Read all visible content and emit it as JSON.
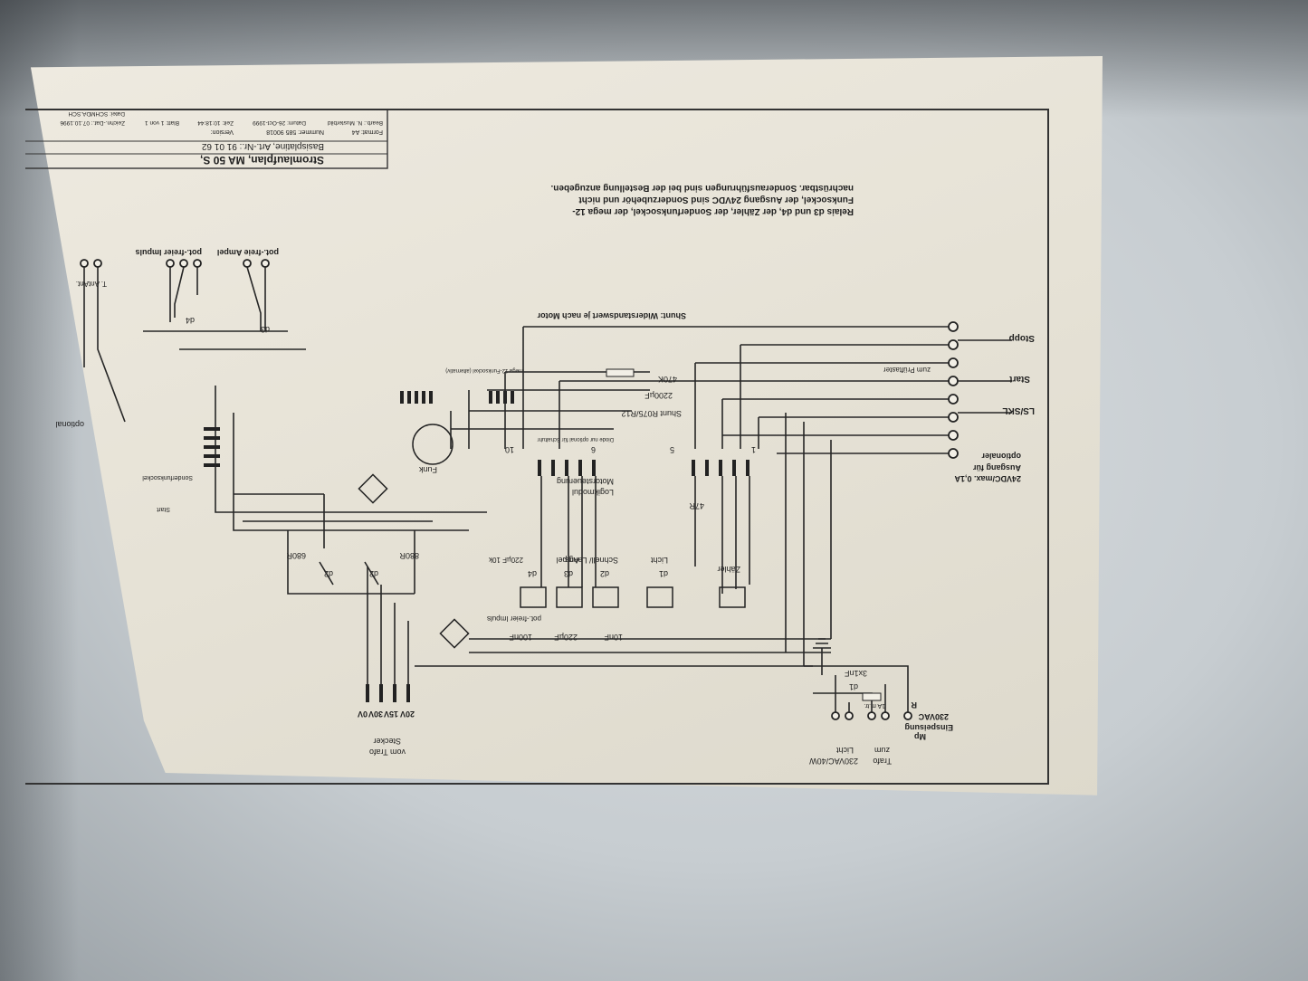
{
  "title_block": {
    "title": "Stromlaufplan, MA 50 S,",
    "subtitle": "Basisplatine, Art.-Nr.: 91 01 62",
    "format": "Format: A4",
    "number": "Nummer: 585 90018",
    "version": "Version:",
    "drawn_by": "Bearb.: N. Musterbild",
    "date": "Datum: 26-Oct-1999",
    "time": "Zeit: 10:18:44",
    "sheet": "Blatt: 1 von 1",
    "drawing_date": "Zeichn.-Dat.: 07.10.1996",
    "file": "Datei: SCHMDA.SCH"
  },
  "notes": {
    "line1": "Relais d3 und d4, der Zähler, der Sonderfunksockel, der mega 12-",
    "line2": "Funksockel, der Ausgang 24VDC sind Sonderzubehör und nicht",
    "line3": "nachrüstbar. Sonderausführungen sind bei der Bestellung anzugeben."
  },
  "labels": {
    "pot_ampel": "pot.-freie Ampel",
    "pot_impuls": "pot.-freier Impuls",
    "t_ant": "T. Ant.",
    "ant": "Ant.",
    "optional": "optional",
    "shunt_note": "Shunt: Widerstandswert je nach Motor",
    "stopp": "Stopp",
    "start": "Start",
    "zum_pruef": "zum Prüftaster",
    "ls_skl": "LS/SKL",
    "out_optional": "optionaler",
    "out_24v1": "Ausgang für",
    "out_24v2": "24VDC/max. 0,1A",
    "mega": "mega 12-Funksockel (alternativ)",
    "r470k": "470K",
    "c2200": "2200µF",
    "shunt_r": "Shunt   R075/R12",
    "diode_note": "Diode nur optional für Schaltuhr",
    "funk": "Funk",
    "logik1": "Logikmodul",
    "logik2": "Motorsteuerung",
    "pin10": "10",
    "pin6": "6",
    "pin5": "5",
    "pin1": "1",
    "r47": "47R",
    "sonder": "Sonderfunksockel",
    "start_s": "Start",
    "zaehler": "Zähler",
    "licht": "Licht",
    "d1": "d1",
    "schnell": "Schnell/ Langs.",
    "d2": "d2",
    "ampel": "Ampel",
    "d3": "d3",
    "pot_impuls2": "pot.-freier Impuls",
    "d4": "d4",
    "c220_10k": "220µF 10k",
    "r880": "880R",
    "r680": "680R",
    "d2a": "d2",
    "d2b": "d2",
    "c10nf": "10nF",
    "c220b": "220µF",
    "c100nf": "100nF",
    "v0": "0V",
    "v30": "30V",
    "v15": "15V",
    "v20": "20V",
    "stecker1": "Stecker",
    "stecker2": "vom Trafo",
    "mains1": "Einspeisung",
    "mains2": "230VAC",
    "mp": "Mp",
    "r": "R",
    "fuse": "1A m.tr.",
    "cap3": "3x1nF",
    "d1b": "d1",
    "zum_trafo1": "zum",
    "zum_trafo2": "Trafo",
    "licht_out1": "Licht",
    "licht_out2": "230VAC/40W"
  }
}
